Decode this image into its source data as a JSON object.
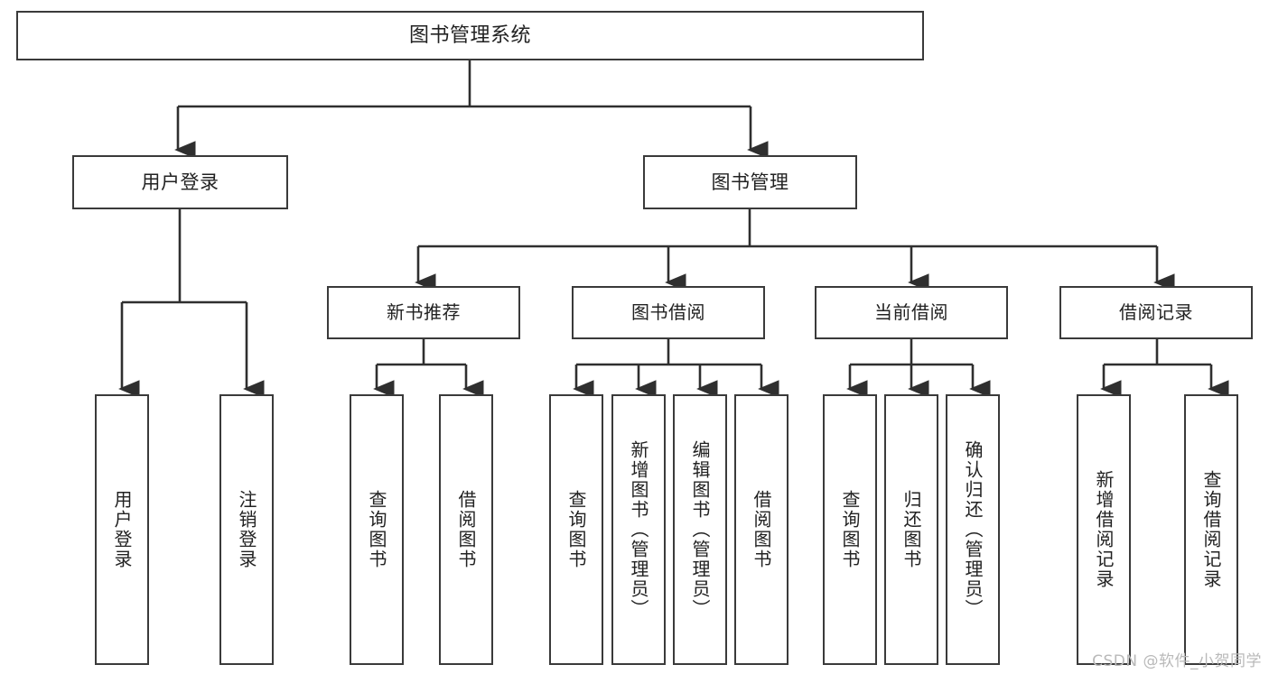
{
  "diagram": {
    "title": "图书管理系统",
    "type": "tree",
    "watermark": "CSDN @软件_小贺同学",
    "colors": {
      "box_border": "#3a3a3a",
      "box_fill": "#ffffff",
      "edge": "#2f2f2f",
      "text": "#222222",
      "watermark": "#b9b9b9",
      "background": "#ffffff"
    },
    "nodes": {
      "root": {
        "label": "图书管理系统"
      },
      "level1": [
        {
          "id": "user-login",
          "label": "用户登录"
        },
        {
          "id": "book-management",
          "label": "图书管理"
        }
      ],
      "level2": [
        {
          "id": "new-book-recommend",
          "label": "新书推荐",
          "parent": "book-management"
        },
        {
          "id": "book-borrow",
          "label": "图书借阅",
          "parent": "book-management"
        },
        {
          "id": "current-borrow",
          "label": "当前借阅",
          "parent": "book-management"
        },
        {
          "id": "borrow-record",
          "label": "借阅记录",
          "parent": "book-management"
        }
      ],
      "leaves": {
        "user-login": [
          {
            "id": "leaf-user-login",
            "label": "用户登录"
          },
          {
            "id": "leaf-logout-login",
            "label": "注销登录"
          }
        ],
        "new-book-recommend": [
          {
            "id": "leaf-query-book-1",
            "label": "查询图书"
          },
          {
            "id": "leaf-borrow-book-1",
            "label": "借阅图书"
          }
        ],
        "book-borrow": [
          {
            "id": "leaf-query-book-2",
            "label": "查询图书"
          },
          {
            "id": "leaf-add-book",
            "label": "新增图书（管理员）"
          },
          {
            "id": "leaf-edit-book",
            "label": "编辑图书（管理员）"
          },
          {
            "id": "leaf-borrow-book-2",
            "label": "借阅图书"
          }
        ],
        "current-borrow": [
          {
            "id": "leaf-query-book-3",
            "label": "查询图书"
          },
          {
            "id": "leaf-return-book",
            "label": "归还图书"
          },
          {
            "id": "leaf-confirm-return",
            "label": "确认归还（管理员）"
          }
        ],
        "borrow-record": [
          {
            "id": "leaf-add-record",
            "label": "新增借阅记录"
          },
          {
            "id": "leaf-query-record",
            "label": "查询借阅记录"
          }
        ]
      }
    }
  }
}
